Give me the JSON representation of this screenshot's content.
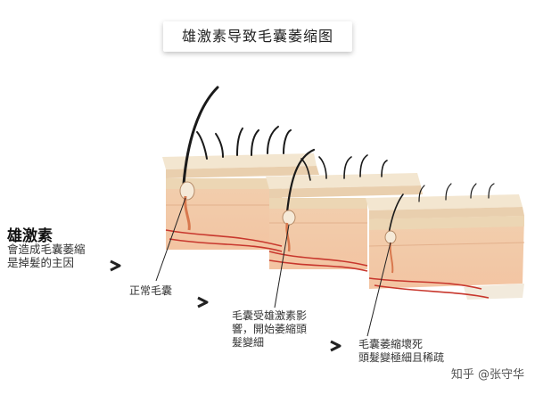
{
  "title": "雄激素导致毛囊萎缩图",
  "labels": {
    "heading": "雄激素",
    "cause": "會造成毛囊萎縮\n是掉髮的主因",
    "normal": "正常毛囊",
    "shrinking": "毛囊受雄激素影\n響，開始萎縮頭\n髮變細",
    "dead": "毛囊萎縮壞死\n頭髮變極細且稀疏"
  },
  "watermark": "知乎 @张守华",
  "colors": {
    "skin_top": "#f3e0c2",
    "dermis": "#f2c9a8",
    "vessel": "#c8372d",
    "hair": "#1a1a1a"
  }
}
